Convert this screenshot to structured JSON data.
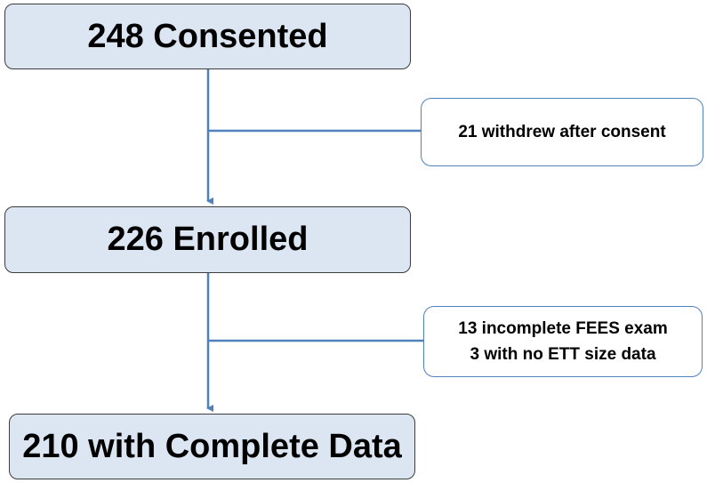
{
  "flow": {
    "consented": "248 Consented",
    "enrolled": "226 Enrolled",
    "complete": "210 with Complete Data"
  },
  "exclusions": {
    "withdrew": "21 withdrew after consent",
    "incomplete_fees": "13 incomplete FEES exam",
    "no_ett_size": "3 with no ETT size data"
  },
  "colors": {
    "main_box_fill": "#dce6f2",
    "main_box_border": "#3c3c3c",
    "side_box_border": "#4f81bd",
    "connector": "#4f81bd"
  }
}
